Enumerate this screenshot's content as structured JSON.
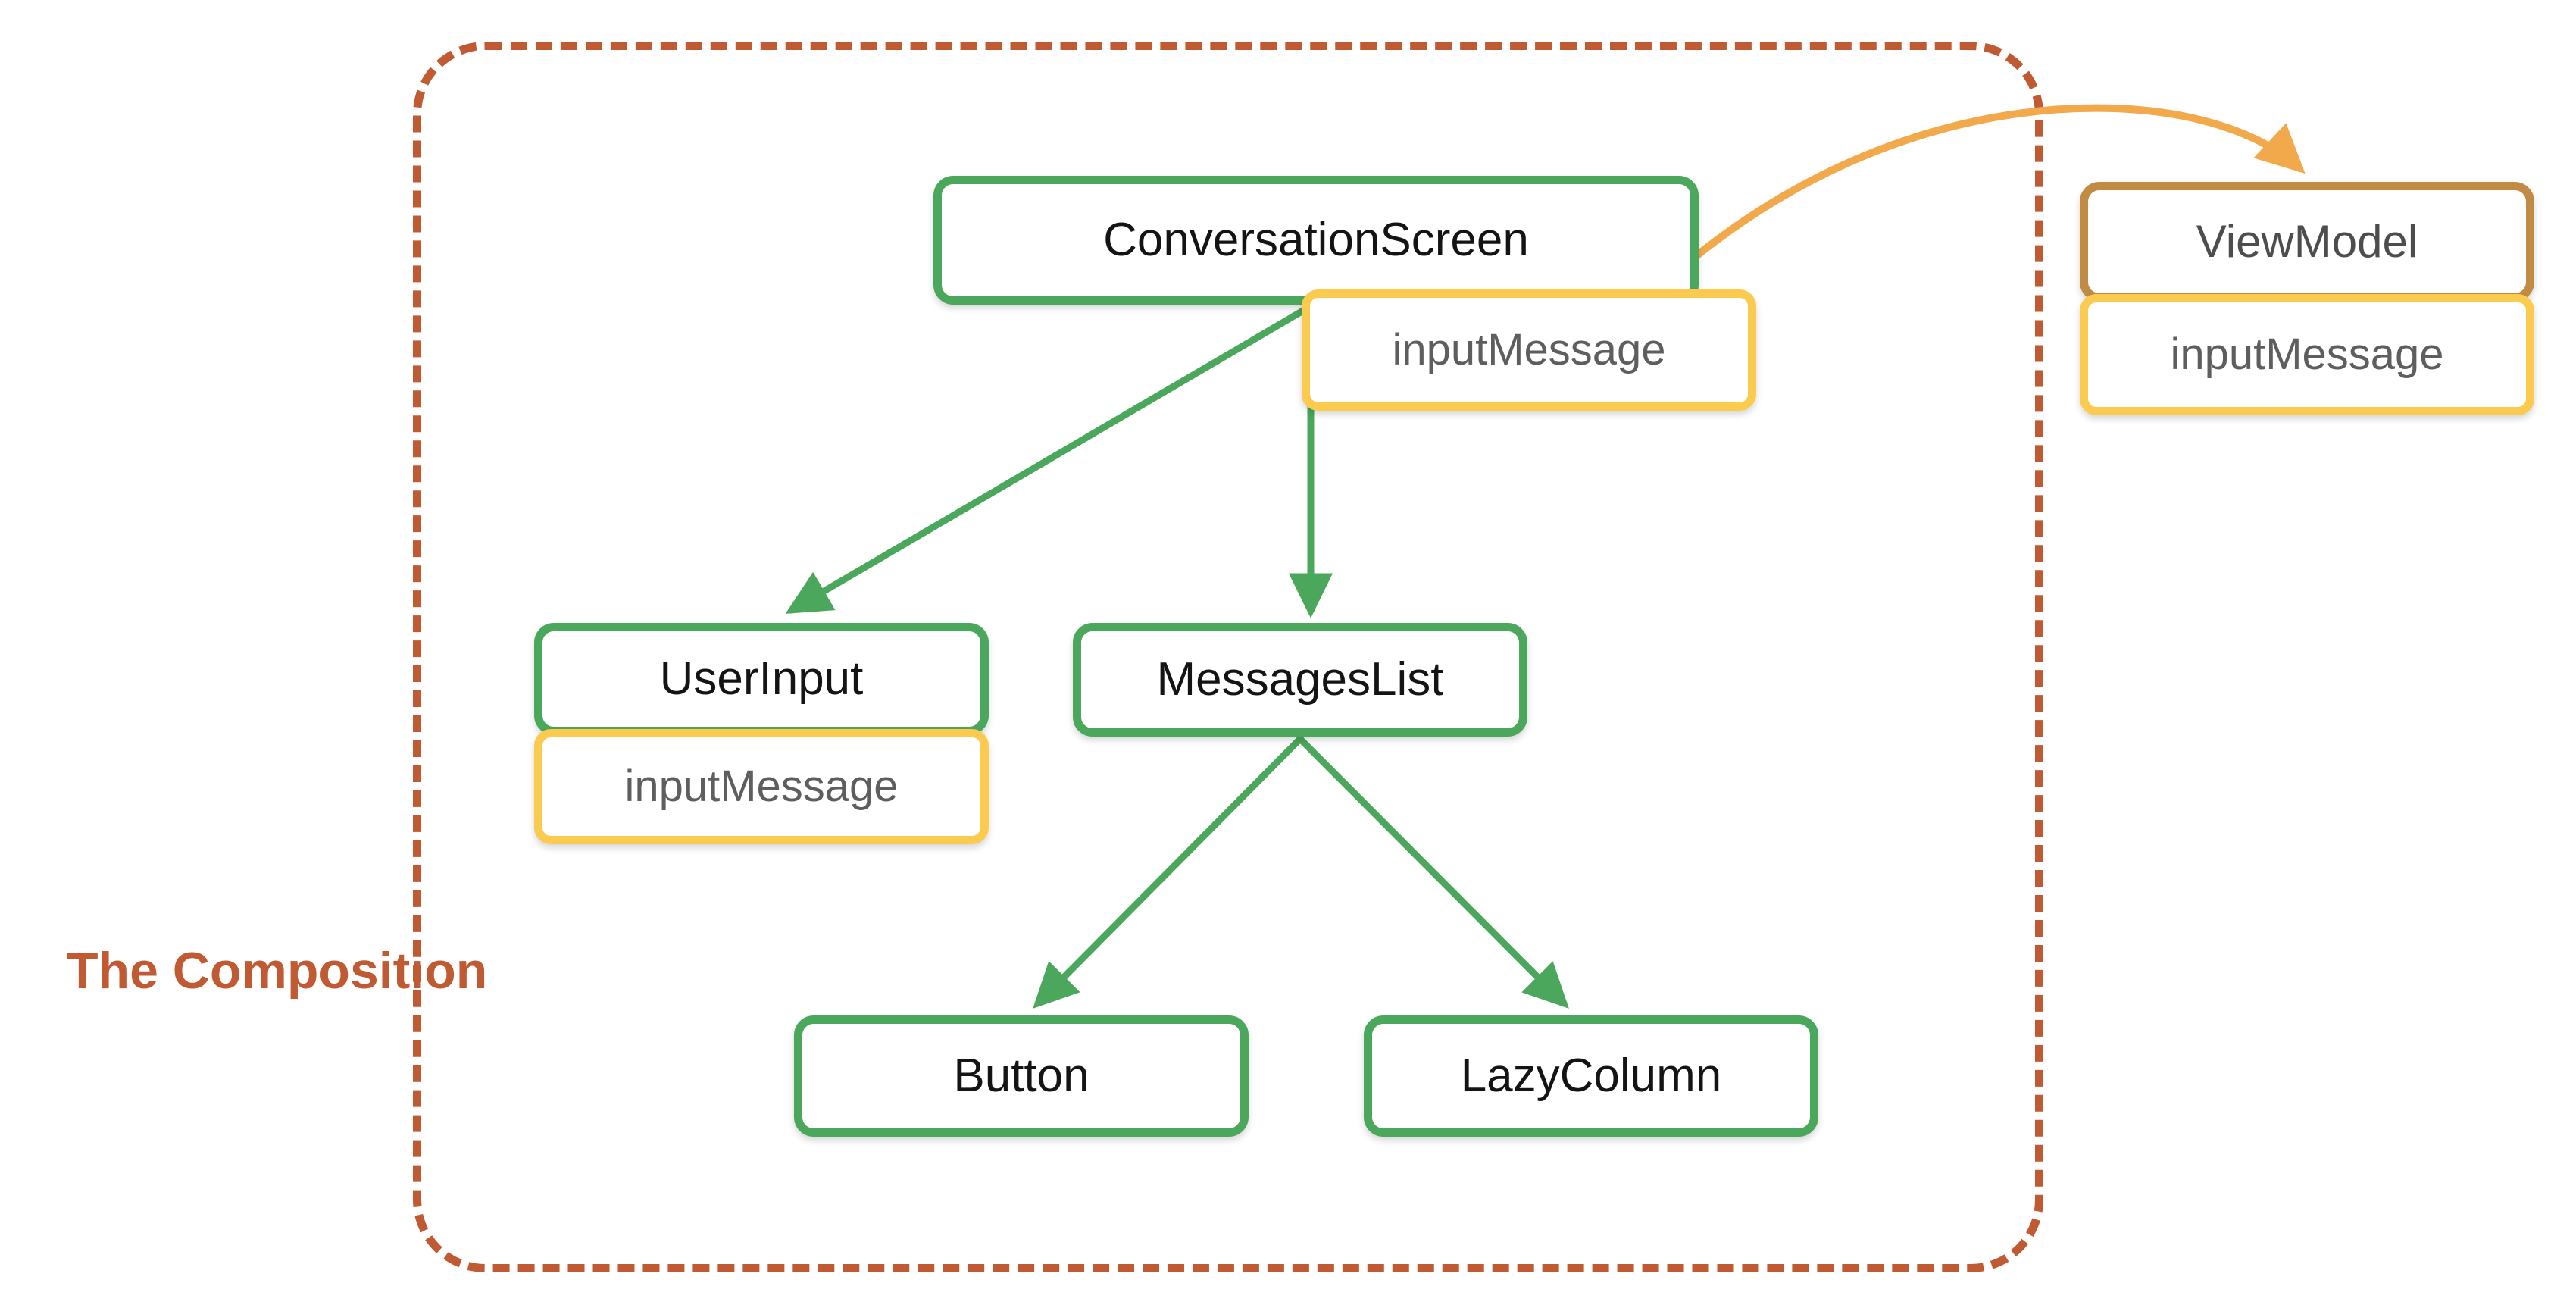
{
  "diagram": {
    "title": "The Composition",
    "frame_label": "The Composition",
    "colors": {
      "composable_border": "#4BA75C",
      "state_border": "#FACB4E",
      "viewmodel_border": "#C28B44",
      "frame_border": "#C05A32",
      "frame_label_text": "#C05A32",
      "composable_text": "#141414",
      "state_text": "#5E5E5E",
      "viewmodel_text": "#4D4D4D",
      "state_arrow": "#F2A94C",
      "tree_arrow": "#4BA75C",
      "background": "#FFFFFF"
    }
  },
  "nodes": {
    "conversation_screen": {
      "label": "ConversationScreen",
      "kind": "composable"
    },
    "conversation_screen_state": {
      "label": "inputMessage",
      "kind": "state"
    },
    "view_model": {
      "label": "ViewModel",
      "kind": "viewmodel"
    },
    "view_model_state": {
      "label": "inputMessage",
      "kind": "state"
    },
    "user_input": {
      "label": "UserInput",
      "kind": "composable"
    },
    "user_input_state": {
      "label": "inputMessage",
      "kind": "state"
    },
    "messages_list": {
      "label": "MessagesList",
      "kind": "composable"
    },
    "button": {
      "label": "Button",
      "kind": "composable"
    },
    "lazy_column": {
      "label": "LazyColumn",
      "kind": "composable"
    }
  },
  "edges": [
    {
      "from": "conversation_screen",
      "to": "user_input",
      "color": "#4BA75C",
      "style": "solid"
    },
    {
      "from": "conversation_screen",
      "to": "messages_list",
      "color": "#4BA75C",
      "style": "solid"
    },
    {
      "from": "messages_list",
      "to": "button",
      "color": "#4BA75C",
      "style": "solid"
    },
    {
      "from": "messages_list",
      "to": "lazy_column",
      "color": "#4BA75C",
      "style": "solid"
    },
    {
      "from": "conversation_screen",
      "to": "view_model",
      "color": "#F2A94C",
      "style": "curved"
    }
  ]
}
